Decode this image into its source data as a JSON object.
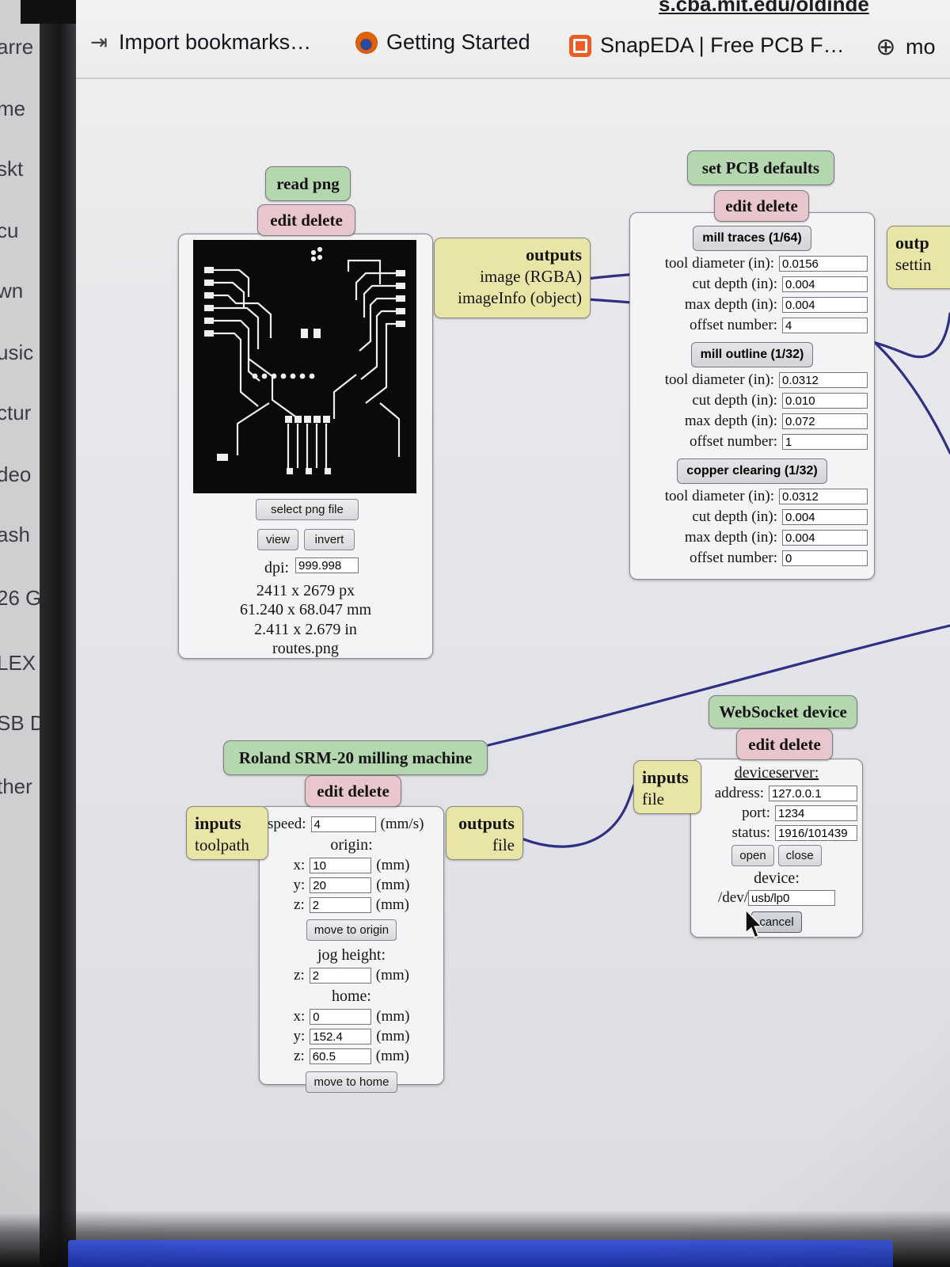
{
  "browser": {
    "url_fragment": "s.cba.mit.edu/oldinde",
    "bookmarks_bar": {
      "import_label": "Import bookmarks…",
      "getting_started_label": "Getting Started",
      "snapeda_label": "SnapEDA | Free PCB F…",
      "more_label": "mo"
    }
  },
  "file_sidebar": {
    "items": [
      "arre",
      "me",
      "skt",
      "cu",
      "wn",
      "usic",
      "ctur",
      "deo",
      "ash",
      "26 G",
      "LEX",
      "SB D",
      "ther"
    ]
  },
  "graph": {
    "read_png": {
      "title": "read png",
      "edit_delete": "edit delete",
      "select_button": "select png file",
      "view_button": "view",
      "invert_button": "invert",
      "dpi_label": "dpi:",
      "dpi_value": "999.998",
      "size_px": "2411 x 2679 px",
      "size_mm": "61.240 x 68.047 mm",
      "size_in": "2.411 x 2.679 in",
      "filename": "routes.png"
    },
    "read_png_outputs": {
      "title": "outputs",
      "line1": "image (RGBA)",
      "line2": "imageInfo (object)"
    },
    "set_pcb_defaults": {
      "title": "set PCB defaults",
      "edit_delete": "edit delete",
      "sections": [
        {
          "header": "mill traces (1/64)",
          "fields": [
            {
              "label": "tool diameter (in):",
              "value": "0.0156"
            },
            {
              "label": "cut depth (in):",
              "value": "0.004"
            },
            {
              "label": "max depth (in):",
              "value": "0.004"
            },
            {
              "label": "offset number:",
              "value": "4"
            }
          ]
        },
        {
          "header": "mill outline (1/32)",
          "fields": [
            {
              "label": "tool diameter (in):",
              "value": "0.0312"
            },
            {
              "label": "cut depth (in):",
              "value": "0.010"
            },
            {
              "label": "max depth (in):",
              "value": "0.072"
            },
            {
              "label": "offset number:",
              "value": "1"
            }
          ]
        },
        {
          "header": "copper clearing (1/32)",
          "fields": [
            {
              "label": "tool diameter (in):",
              "value": "0.0312"
            },
            {
              "label": "cut depth (in):",
              "value": "0.004"
            },
            {
              "label": "max depth (in):",
              "value": "0.004"
            },
            {
              "label": "offset number:",
              "value": "0"
            }
          ]
        }
      ]
    },
    "output_settings_partial": {
      "title": "outp",
      "line1": "settin"
    },
    "roland": {
      "title": "Roland SRM-20 milling machine",
      "edit_delete": "edit delete",
      "inputs_title": "inputs",
      "inputs_line": "toolpath",
      "outputs_title": "outputs",
      "outputs_line": "file",
      "speed_label": "speed:",
      "speed_value": "4",
      "speed_unit": "(mm/s)",
      "origin_header": "origin:",
      "x_label": "x:",
      "y_label": "y:",
      "z_label": "z:",
      "mm_unit": "(mm)",
      "origin_x": "10",
      "origin_y": "20",
      "origin_z": "2",
      "move_origin_button": "move to origin",
      "jog_header": "jog height:",
      "jog_z": "2",
      "home_header": "home:",
      "home_x": "0",
      "home_y": "152.4",
      "home_z": "60.5",
      "move_home_button": "move to home"
    },
    "websocket": {
      "title": "WebSocket device",
      "edit_delete": "edit delete",
      "inputs_title": "inputs",
      "inputs_line": "file",
      "server_header": "deviceserver:",
      "address_label": "address:",
      "address_value": "127.0.0.1",
      "port_label": "port:",
      "port_value": "1234",
      "status_label": "status:",
      "status_value": "1916/101439",
      "open_button": "open",
      "close_button": "close",
      "device_header": "device:",
      "device_prefix": "/dev/",
      "device_value": "usb/lp0",
      "cancel_button": "cancel"
    }
  }
}
